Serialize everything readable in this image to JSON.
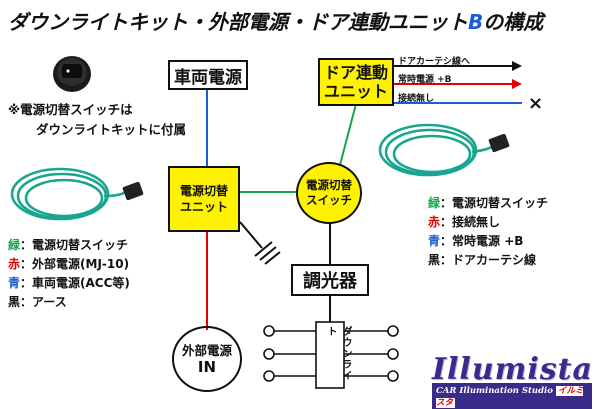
{
  "title": {
    "main": "ダウンライトキット・外部電源・ドア連動ユニット",
    "suffix_b": "B",
    "tail": "の構成"
  },
  "note": {
    "line1": "※電源切替スイッチは",
    "line2": "ダウンライトキットに付属"
  },
  "nodes": {
    "vehicle_power": "車両電源",
    "door_unit_l1": "ドア連動",
    "door_unit_l2": "ユニット",
    "power_unit_l1": "電源切替",
    "power_unit_l2": "ユニット",
    "power_switch_l1": "電源切替",
    "power_switch_l2": "スイッチ",
    "dimmer": "調光器",
    "ext_power_l1": "外部電源",
    "ext_power_l2": "IN",
    "downlight": "ダウンライト"
  },
  "door_outputs": [
    {
      "label": "ドアカーテシ線へ",
      "color": "#111111"
    },
    {
      "label": "常時電源 +B",
      "color": "#e00000"
    },
    {
      "label": "接続無し",
      "color": "#1e5bd6"
    }
  ],
  "door_output_end_mark": "×",
  "legend_left": [
    {
      "key": "緑",
      "text": "：電源切替スイッチ",
      "color": "#17a34a"
    },
    {
      "key": "赤",
      "text": "：外部電源(MJ-10)",
      "color": "#e00000"
    },
    {
      "key": "青",
      "text": "：車両電源(ACC等)",
      "color": "#1e5bd6"
    },
    {
      "key": "黒",
      "text": "：アース",
      "color": "#111111"
    }
  ],
  "legend_right": [
    {
      "key": "緑",
      "text": "：電源切替スイッチ",
      "color": "#17a34a"
    },
    {
      "key": "赤",
      "text": "：接続無し",
      "color": "#e00000"
    },
    {
      "key": "青",
      "text": "：常時電源 +B",
      "color": "#1e5bd6"
    },
    {
      "key": "黒",
      "text": "：ドアカーテシ線",
      "color": "#111111"
    }
  ],
  "logo": {
    "word": "Illumista",
    "sub": "CAR Illumination Studio",
    "kana": "イルミスタ"
  },
  "colors": {
    "wire_green": "#17a34a",
    "wire_red": "#e00000",
    "wire_blue": "#1e5bd6",
    "wire_black": "#111111",
    "node_yellow": "#fff200",
    "cable_teal": "#1aa58f"
  }
}
